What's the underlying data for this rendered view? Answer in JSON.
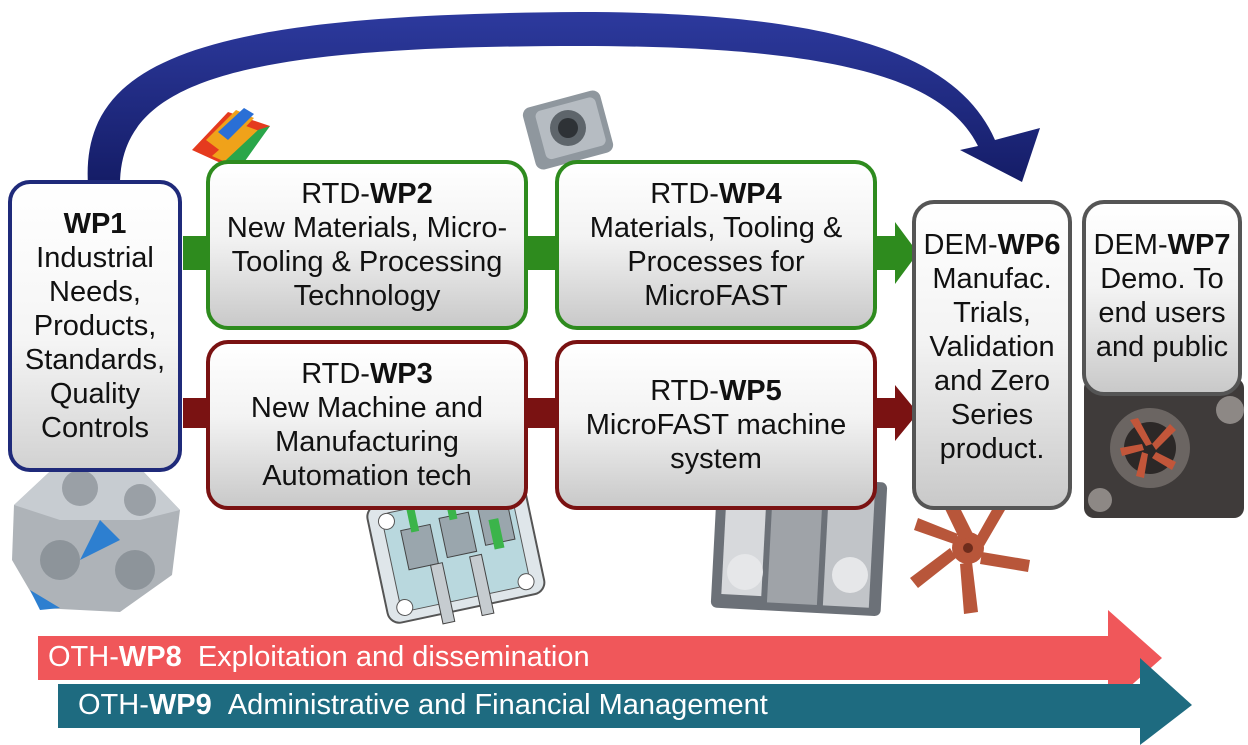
{
  "wp1": {
    "code": "WP1",
    "lines": [
      "Industrial",
      "Needs,",
      "Products,",
      "Standards,",
      "Quality",
      "Controls"
    ]
  },
  "wp2": {
    "prefix": "RTD-",
    "code": "WP2",
    "lines": [
      "New Materials, Micro-",
      "Tooling & Processing",
      "Technology"
    ]
  },
  "wp3": {
    "prefix": "RTD-",
    "code": "WP3",
    "lines": [
      "New Machine and",
      "Manufacturing",
      "Automation tech"
    ]
  },
  "wp4": {
    "prefix": "RTD-",
    "code": "WP4",
    "lines": [
      "Materials, Tooling &",
      "Processes for",
      "MicroFAST"
    ]
  },
  "wp5": {
    "prefix": "RTD-",
    "code": "WP5",
    "lines": [
      "MicroFAST machine",
      "system"
    ]
  },
  "wp6": {
    "prefix": "DEM-",
    "code": "WP6",
    "lines": [
      "Manufac.",
      "Trials,",
      "Validation",
      "and Zero",
      "Series",
      "product."
    ]
  },
  "wp7": {
    "prefix": "DEM-",
    "code": "WP7",
    "lines": [
      "Demo. To",
      "end users",
      "and public"
    ]
  },
  "wp8": {
    "prefix": "OTH-",
    "code": "WP8",
    "text": "Exploitation and dissemination"
  },
  "wp9": {
    "prefix": "OTH-",
    "code": "WP9",
    "text": "Administrative and Financial Management"
  },
  "colors": {
    "green": "#2e8b1e",
    "darkred": "#7a1212",
    "navy": "#1f2a7a",
    "coral": "#f0575a",
    "teal": "#1e6b80"
  }
}
